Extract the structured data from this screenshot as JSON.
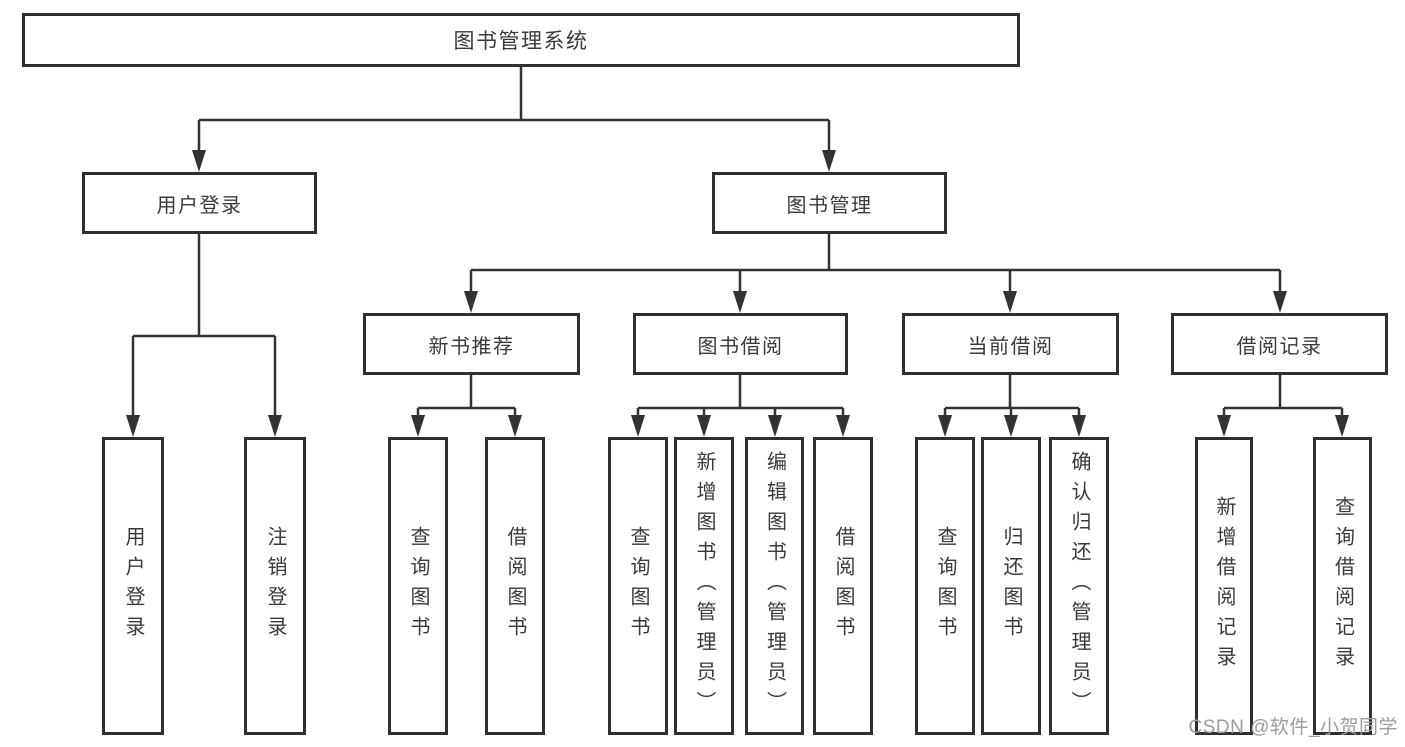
{
  "tree": {
    "root": {
      "label": "图书管理系统"
    },
    "branches": [
      {
        "label": "用户登录",
        "children": [
          {
            "label": "用户登录"
          },
          {
            "label": "注销登录"
          }
        ]
      },
      {
        "label": "图书管理",
        "children": [
          {
            "label": "新书推荐",
            "children": [
              {
                "label": "查询图书"
              },
              {
                "label": "借阅图书"
              }
            ]
          },
          {
            "label": "图书借阅",
            "children": [
              {
                "label": "查询图书"
              },
              {
                "label": "新增图书（管理员）"
              },
              {
                "label": "编辑图书（管理员）"
              },
              {
                "label": "借阅图书"
              }
            ]
          },
          {
            "label": "当前借阅",
            "children": [
              {
                "label": "查询图书"
              },
              {
                "label": "归还图书"
              },
              {
                "label": "确认归还（管理员）"
              }
            ]
          },
          {
            "label": "借阅记录",
            "children": [
              {
                "label": "新增借阅记录"
              },
              {
                "label": "查询借阅记录"
              }
            ]
          }
        ]
      }
    ]
  },
  "watermark": {
    "text": "CSDN @软件_小贺同学"
  },
  "colors": {
    "line": "#333333",
    "border": "#2f2f2f",
    "text": "#3a3a3a",
    "watermark": "#9c9c9c",
    "background": "#ffffff"
  }
}
